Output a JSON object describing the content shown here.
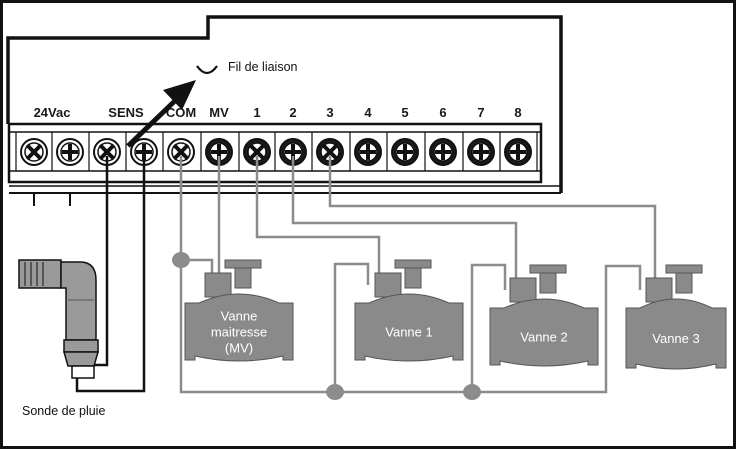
{
  "diagram": {
    "jumper_label": "Fil de liaison",
    "rain_sensor_label": "Sonde de pluie",
    "terminals": [
      {
        "label": "24Vac",
        "screws": 2
      },
      {
        "label": "SENS",
        "screws": 2
      },
      {
        "label": "COM",
        "screws": 1
      },
      {
        "label": "MV",
        "screws": 1
      },
      {
        "label": "1",
        "screws": 1
      },
      {
        "label": "2",
        "screws": 1
      },
      {
        "label": "3",
        "screws": 1
      },
      {
        "label": "4",
        "screws": 1
      },
      {
        "label": "5",
        "screws": 1
      },
      {
        "label": "6",
        "screws": 1
      },
      {
        "label": "7",
        "screws": 1
      },
      {
        "label": "8",
        "screws": 1
      }
    ],
    "valves": [
      {
        "lines": [
          "Vanne",
          "maitresse",
          "(MV)"
        ]
      },
      {
        "lines": [
          "Vanne 1"
        ]
      },
      {
        "lines": [
          "Vanne 2"
        ]
      },
      {
        "lines": [
          "Vanne 3"
        ]
      }
    ],
    "colors": {
      "wire_gray": "#8c8c8c",
      "valve_gray": "#8a8a8a",
      "border": "#111111",
      "screw_dark": "#1a1a1a"
    }
  }
}
